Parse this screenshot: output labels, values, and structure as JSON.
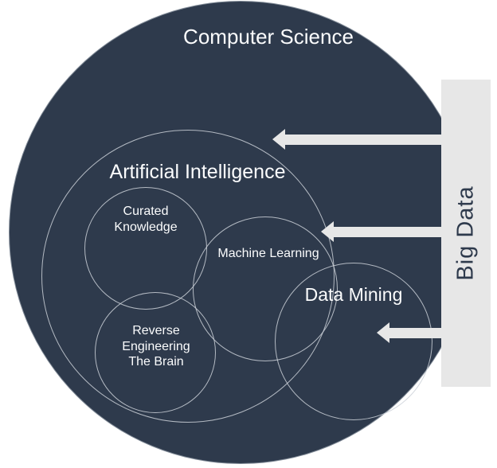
{
  "colors": {
    "navy_fill": "#2e3a4c",
    "circle_stroke": "#cbd1d8",
    "bar_and_arrows": "#e7e7e7",
    "label_light": "#fbfcfd"
  },
  "labels": {
    "computer_science": "Computer Science",
    "artificial_intelligence": "Artificial Intelligence",
    "curated_knowledge": [
      "Curated",
      "Knowledge"
    ],
    "machine_learning": "Machine Learning",
    "reverse_engineering_the_brain": [
      "Reverse",
      "Engineering",
      "The Brain"
    ],
    "data_mining": "Data Mining",
    "big_data": "Big Data"
  },
  "arrows": {
    "count": 3,
    "direction": "left",
    "from": "Big Data"
  }
}
